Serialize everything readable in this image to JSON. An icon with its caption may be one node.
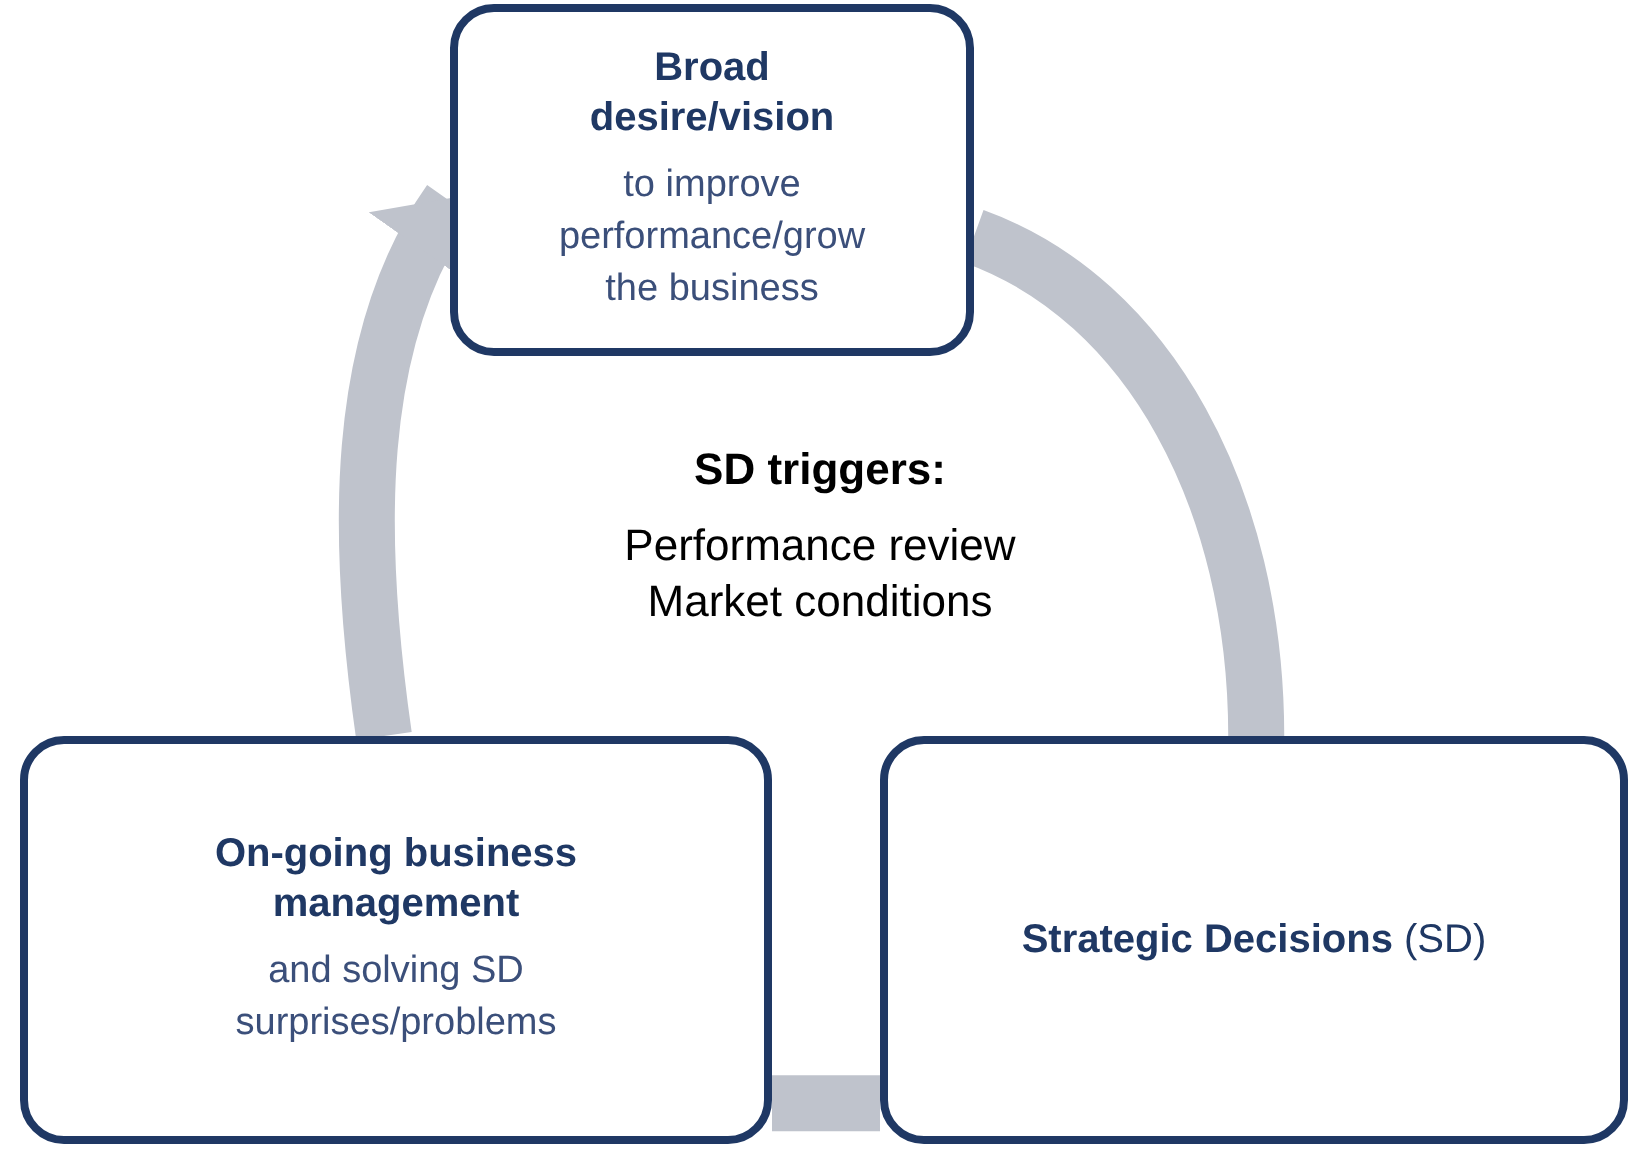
{
  "diagram": {
    "nodes": [
      {
        "text": [
          "Broad desire/vision",
          "to improve performance/grow the business"
        ]
      },
      {
        "text": [
          "**Strategic Decisions** (SD)"
        ]
      },
      {
        "text": [
          "On-going business management",
          "and solving SD surprises/problems"
        ]
      }
    ],
    "edges": [
      {
        "from": 0,
        "to": 1,
        "arrow": "none"
      },
      {
        "from": 1,
        "to": 2,
        "arrow": "none"
      },
      {
        "from": 2,
        "to": 0,
        "arrow": "to"
      }
    ],
    "labels": [
      "SD triggers:",
      "Performance review",
      "Market conditions"
    ]
  }
}
